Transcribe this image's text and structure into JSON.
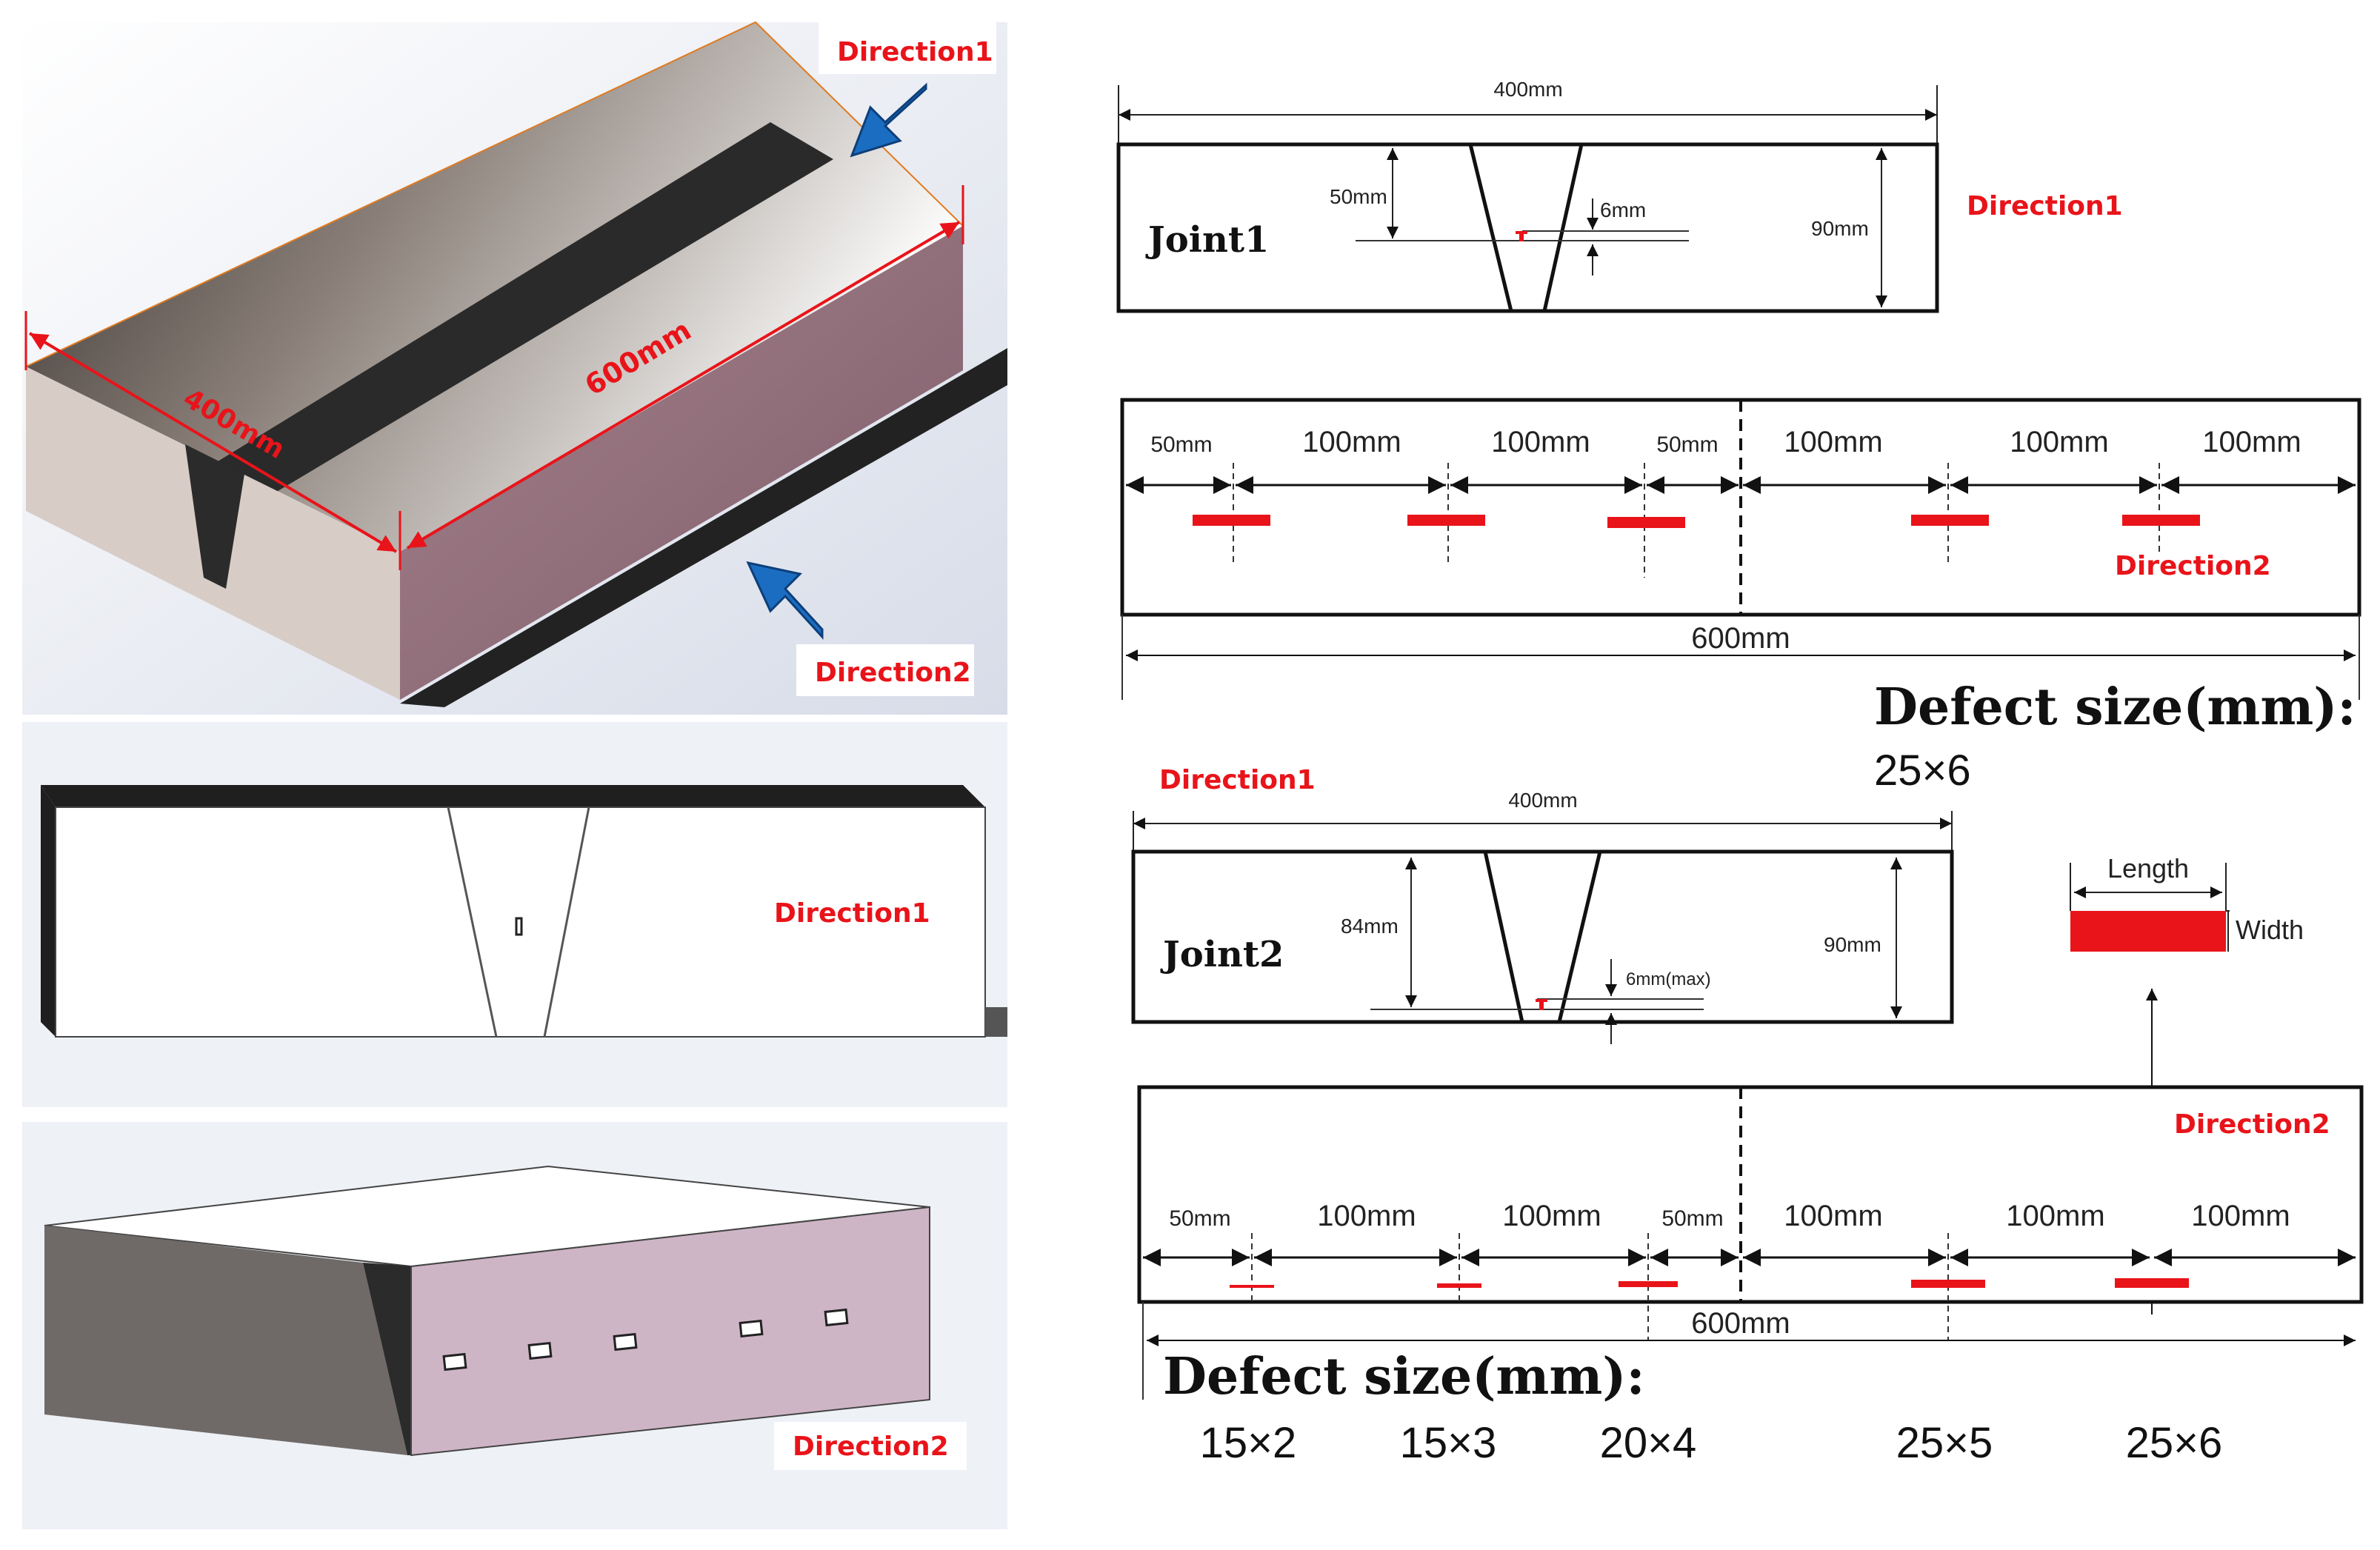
{
  "panel_3d": {
    "direction1": "Direction1",
    "direction2": "Direction2",
    "dim_width": "400mm",
    "dim_length": "600mm"
  },
  "panel_front": {
    "direction": "Direction1"
  },
  "panel_side": {
    "direction": "Direction2"
  },
  "joint1": {
    "title": "Joint1",
    "width": "400mm",
    "depth": "50mm",
    "defect_height": "6mm",
    "thickness": "90mm",
    "direction": "Direction1"
  },
  "strip1": {
    "segments": [
      "50mm",
      "100mm",
      "100mm",
      "50mm",
      "100mm",
      "100mm",
      "100mm"
    ],
    "total": "600mm",
    "direction": "Direction2",
    "defect_heading": "Defect size(mm):",
    "defect_size": "25×6"
  },
  "joint2": {
    "title": "Joint2",
    "width": "400mm",
    "depth": "84mm",
    "defect_height": "6mm(max)",
    "thickness": "90mm",
    "direction": "Direction1"
  },
  "legend": {
    "length": "Length",
    "width": "Width"
  },
  "strip2": {
    "segments": [
      "50mm",
      "100mm",
      "100mm",
      "50mm",
      "100mm",
      "100mm",
      "100mm"
    ],
    "total": "600mm",
    "direction": "Direction2",
    "defect_heading": "Defect size(mm):",
    "defect_sizes": [
      "15×2",
      "15×3",
      "20×4",
      "25×5",
      "25×6"
    ]
  },
  "colors": {
    "defect": "#e8141a",
    "arrow": "#1565c0",
    "steel": "#6e6a66",
    "side_pink": "#8f6b78"
  }
}
